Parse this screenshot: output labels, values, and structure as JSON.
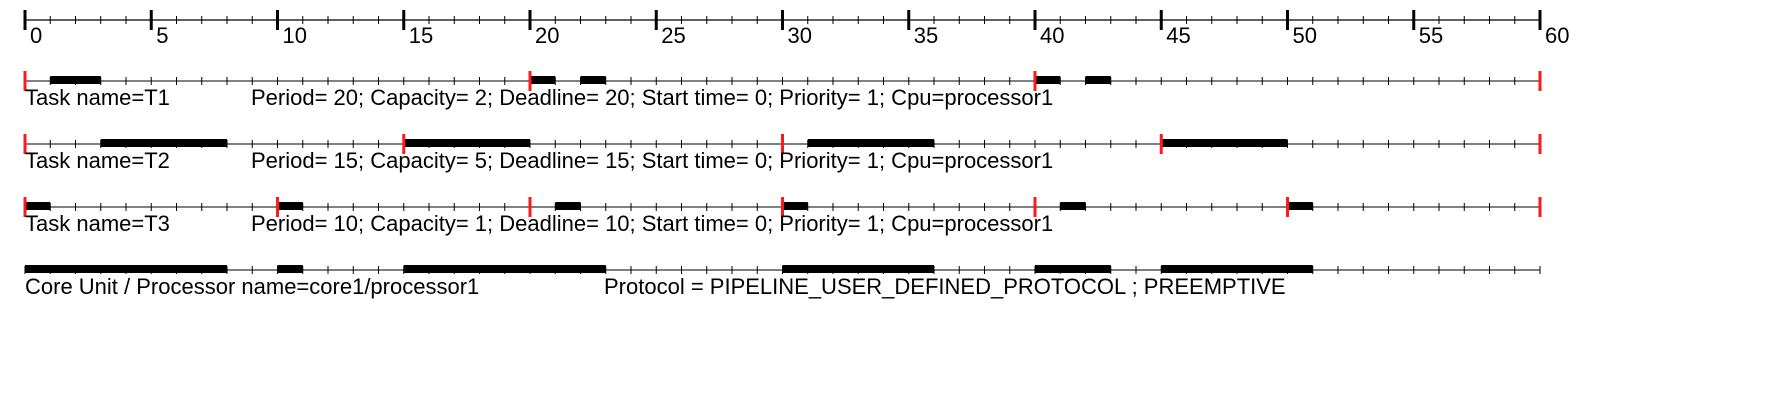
{
  "chart_data": {
    "type": "gantt",
    "time_axis": {
      "min": 0,
      "max": 60,
      "step": 1,
      "major_step": 5,
      "tick_labels": [
        "0",
        "5",
        "10",
        "15",
        "20",
        "25",
        "30",
        "35",
        "40",
        "45",
        "50",
        "55",
        "60"
      ]
    },
    "tasks": [
      {
        "id": "T1",
        "label": "Task name=T1",
        "info": "Period= 20; Capacity= 2; Deadline= 20; Start time= 0; Priority= 1; Cpu=processor1",
        "releases": [
          0,
          20,
          40,
          60
        ],
        "executions": [
          [
            1,
            3
          ],
          [
            20,
            21
          ],
          [
            22,
            23
          ],
          [
            40,
            41
          ],
          [
            42,
            43
          ]
        ]
      },
      {
        "id": "T2",
        "label": "Task name=T2",
        "info": "Period= 15; Capacity= 5; Deadline= 15; Start time= 0; Priority= 1; Cpu=processor1",
        "releases": [
          0,
          15,
          30,
          45,
          60
        ],
        "executions": [
          [
            3,
            8
          ],
          [
            15,
            20
          ],
          [
            31,
            36
          ],
          [
            45,
            50
          ]
        ]
      },
      {
        "id": "T3",
        "label": "Task name=T3",
        "info": "Period= 10; Capacity= 1; Deadline= 10; Start time= 0; Priority= 1; Cpu=processor1",
        "releases": [
          0,
          10,
          20,
          30,
          40,
          50,
          60
        ],
        "executions": [
          [
            0,
            1
          ],
          [
            10,
            11
          ],
          [
            21,
            22
          ],
          [
            30,
            31
          ],
          [
            41,
            42
          ],
          [
            50,
            51
          ]
        ]
      }
    ],
    "processor": {
      "label": "Core Unit / Processor name=core1/processor1",
      "info": "Protocol = PIPELINE_USER_DEFINED_PROTOCOL ; PREEMPTIVE",
      "executions": [
        [
          0,
          8
        ],
        [
          10,
          11
        ],
        [
          15,
          23
        ],
        [
          30,
          36
        ],
        [
          40,
          43
        ],
        [
          45,
          51
        ]
      ]
    }
  }
}
